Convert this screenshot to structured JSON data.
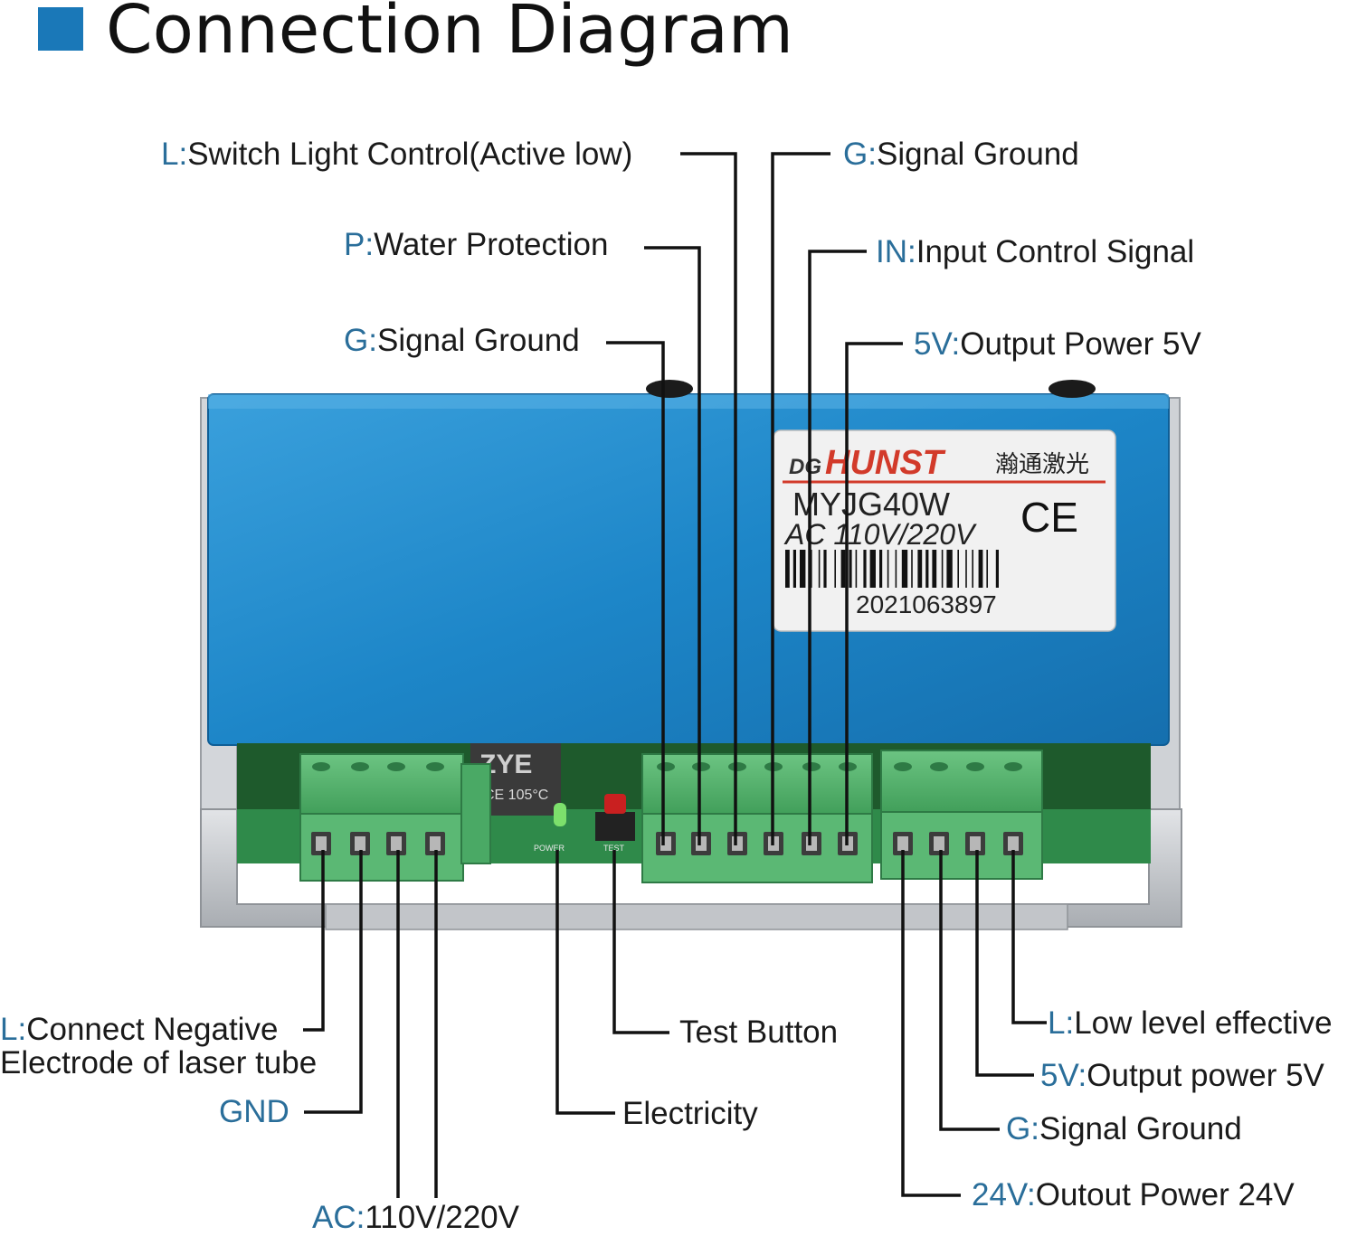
{
  "title": "Connection Diagram",
  "device": {
    "brand_prefix": "DG",
    "brand": "HUNST",
    "brand_cn": "瀚通激光",
    "model": "MYJG40W",
    "input": "AC 110V/220V",
    "ce_mark": "CE",
    "serial": "2021063897",
    "board_marks": [
      "POWER",
      "TEST"
    ],
    "capacitor_text": "ZYE",
    "capacitor_temp": "CE 105°C"
  },
  "labels": {
    "top_l": {
      "code": "L",
      "sep": ":",
      "text": "Switch Light Control(Active low)"
    },
    "top_p": {
      "code": "P",
      "sep": ":",
      "text": "Water Protection"
    },
    "top_g1": {
      "code": "G",
      "sep": ":",
      "text": "Signal Ground"
    },
    "top_g2": {
      "code": "G",
      "sep": ":",
      "text": "Signal Ground"
    },
    "top_in": {
      "code": "IN",
      "sep": ":",
      "text": "Input Control Signal"
    },
    "top_5v": {
      "code": "5V",
      "sep": ":",
      "text": "Output Power 5V"
    },
    "bl_l": {
      "code": "L",
      "sep": ":",
      "text": "Connect Negative",
      "text2": "Electrode of laser tube"
    },
    "bl_gnd": {
      "code": "GND"
    },
    "bl_ac": {
      "code": "AC",
      "sep": ":",
      "text": "110V/220V"
    },
    "bm_test": {
      "text": "Test Button"
    },
    "bm_elec": {
      "text": "Electricity"
    },
    "br_l": {
      "code": "L",
      "sep": ":",
      "text": "Low level effective"
    },
    "br_5v": {
      "code": "5V",
      "sep": ":",
      "text": "Output power 5V"
    },
    "br_g": {
      "code": "G",
      "sep": ":",
      "text": "Signal Ground"
    },
    "br_24v": {
      "code": "24V",
      "sep": ":",
      "text": "Outout Power 24V"
    }
  },
  "colors": {
    "accent": "#1a78b8",
    "label_code": "#2a6e9a",
    "housing_blue": "#2a8fd0",
    "terminal_green": "#4fb36a",
    "pcb_green": "#2f8a4a",
    "chassis_silver": "#c9ccd0"
  }
}
